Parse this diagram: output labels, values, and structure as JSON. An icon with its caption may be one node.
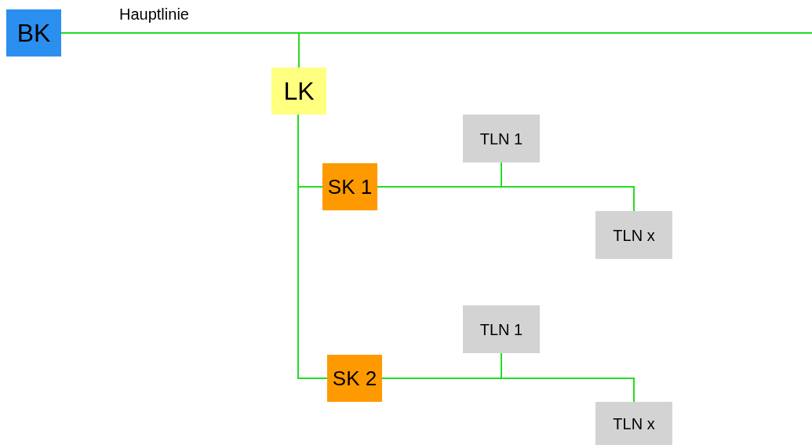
{
  "diagram": {
    "nodes": [
      {
        "text": [
          "BK"
        ]
      },
      {
        "text": [
          "LK"
        ]
      },
      {
        "text": [
          "TLN 1"
        ]
      },
      {
        "text": [
          "SK 1"
        ]
      },
      {
        "text": [
          "TLN x"
        ]
      },
      {
        "text": [
          "TLN 1"
        ]
      },
      {
        "text": [
          "SK 2"
        ]
      },
      {
        "text": [
          "TLN x"
        ]
      }
    ],
    "edges": [
      {
        "from": 0,
        "to": null,
        "arrow": "none",
        "label": "Hauptlinie"
      },
      {
        "from": 0,
        "to": 1,
        "arrow": "none"
      },
      {
        "from": 1,
        "to": 3,
        "arrow": "none"
      },
      {
        "from": 1,
        "to": 6,
        "arrow": "none"
      },
      {
        "from": 3,
        "to": 2,
        "arrow": "none"
      },
      {
        "from": 3,
        "to": 4,
        "arrow": "none"
      },
      {
        "from": 6,
        "to": 5,
        "arrow": "none"
      },
      {
        "from": 6,
        "to": 7,
        "arrow": "none"
      }
    ]
  }
}
